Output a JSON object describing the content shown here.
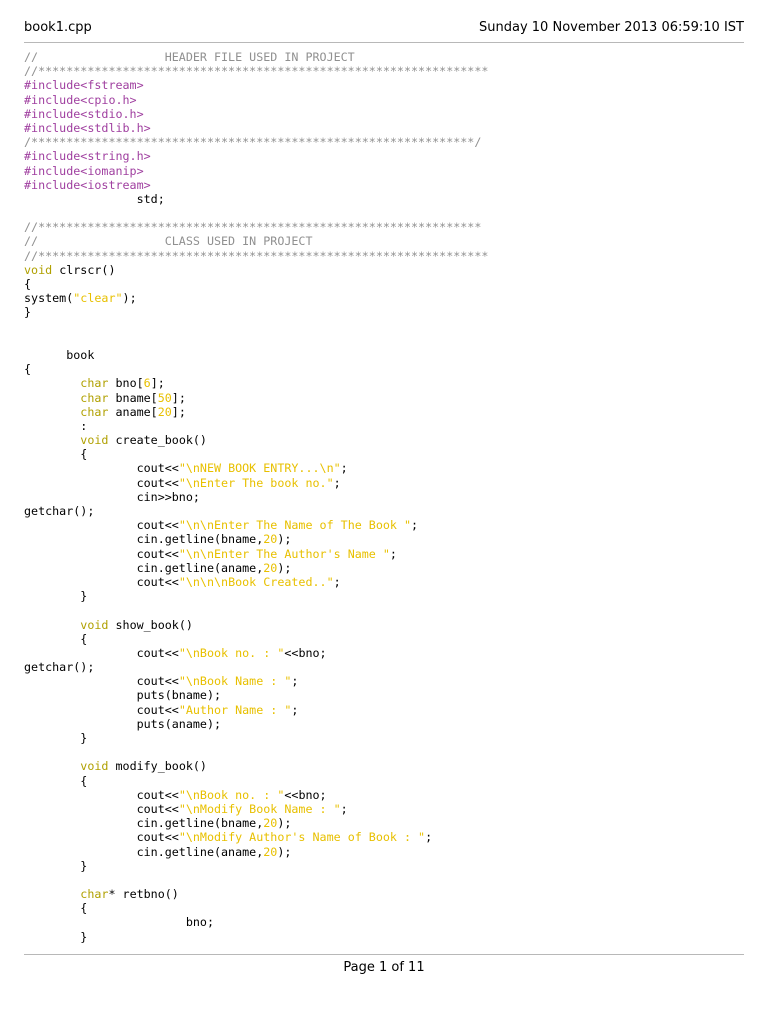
{
  "header": {
    "file_name": "book1.cpp",
    "date": "Sunday 10 November 2013 06:59:10  IST"
  },
  "footer": {
    "page": "Page 1 of 11"
  },
  "syntax_colors": {
    "comment": "#909090",
    "preprocessor": "#a040a0",
    "keyword": "#b0a000",
    "string_number": "#e8c000"
  },
  "code_lines": [
    [
      [
        "c",
        "//                  HEADER FILE USED IN PROJECT"
      ]
    ],
    [
      [
        "c",
        "//****************************************************************"
      ]
    ],
    [
      [
        "p",
        "#include<fstream>"
      ]
    ],
    [
      [
        "p",
        "#include<cpio.h>"
      ]
    ],
    [
      [
        "p",
        "#include<stdio.h>"
      ]
    ],
    [
      [
        "p",
        "#include<stdlib.h>"
      ]
    ],
    [
      [
        "c",
        "/***************************************************************/"
      ]
    ],
    [
      [
        "p",
        "#include<string.h>"
      ]
    ],
    [
      [
        "p",
        "#include<iomanip>"
      ]
    ],
    [
      [
        "p",
        "#include<iostream>"
      ]
    ],
    [
      [
        "t",
        "                std;"
      ]
    ],
    [
      [
        "t",
        ""
      ]
    ],
    [
      [
        "c",
        "//***************************************************************"
      ]
    ],
    [
      [
        "c",
        "//                  CLASS USED IN PROJECT"
      ]
    ],
    [
      [
        "c",
        "//****************************************************************"
      ]
    ],
    [
      [
        "k",
        "void"
      ],
      [
        "t",
        " clrscr()"
      ]
    ],
    [
      [
        "t",
        "{"
      ]
    ],
    [
      [
        "t",
        "system("
      ],
      [
        "s",
        "\"clear\""
      ],
      [
        "t",
        ");"
      ]
    ],
    [
      [
        "t",
        "}"
      ]
    ],
    [
      [
        "t",
        ""
      ]
    ],
    [
      [
        "t",
        ""
      ]
    ],
    [
      [
        "t",
        "      book"
      ]
    ],
    [
      [
        "t",
        "{"
      ]
    ],
    [
      [
        "t",
        "        "
      ],
      [
        "k",
        "char"
      ],
      [
        "t",
        " bno["
      ],
      [
        "n",
        "6"
      ],
      [
        "t",
        "];"
      ]
    ],
    [
      [
        "t",
        "        "
      ],
      [
        "k",
        "char"
      ],
      [
        "t",
        " bname["
      ],
      [
        "n",
        "50"
      ],
      [
        "t",
        "];"
      ]
    ],
    [
      [
        "t",
        "        "
      ],
      [
        "k",
        "char"
      ],
      [
        "t",
        " aname["
      ],
      [
        "n",
        "20"
      ],
      [
        "t",
        "];"
      ]
    ],
    [
      [
        "t",
        "        :"
      ]
    ],
    [
      [
        "t",
        "        "
      ],
      [
        "k",
        "void"
      ],
      [
        "t",
        " create_book()"
      ]
    ],
    [
      [
        "t",
        "        {"
      ]
    ],
    [
      [
        "t",
        "                cout<<"
      ],
      [
        "s",
        "\"\\nNEW BOOK ENTRY...\\n\""
      ],
      [
        "t",
        ";"
      ]
    ],
    [
      [
        "t",
        "                cout<<"
      ],
      [
        "s",
        "\"\\nEnter The book no.\""
      ],
      [
        "t",
        ";"
      ]
    ],
    [
      [
        "t",
        "                cin>>bno;"
      ]
    ],
    [
      [
        "t",
        "getchar();"
      ]
    ],
    [
      [
        "t",
        "                cout<<"
      ],
      [
        "s",
        "\"\\n\\nEnter The Name of The Book \""
      ],
      [
        "t",
        ";"
      ]
    ],
    [
      [
        "t",
        "                cin.getline(bname,"
      ],
      [
        "n",
        "20"
      ],
      [
        "t",
        ");"
      ]
    ],
    [
      [
        "t",
        "                cout<<"
      ],
      [
        "s",
        "\"\\n\\nEnter The Author's Name \""
      ],
      [
        "t",
        ";"
      ]
    ],
    [
      [
        "t",
        "                cin.getline(aname,"
      ],
      [
        "n",
        "20"
      ],
      [
        "t",
        ");"
      ]
    ],
    [
      [
        "t",
        "                cout<<"
      ],
      [
        "s",
        "\"\\n\\n\\nBook Created..\""
      ],
      [
        "t",
        ";"
      ]
    ],
    [
      [
        "t",
        "        }"
      ]
    ],
    [
      [
        "t",
        ""
      ]
    ],
    [
      [
        "t",
        "        "
      ],
      [
        "k",
        "void"
      ],
      [
        "t",
        " show_book()"
      ]
    ],
    [
      [
        "t",
        "        {"
      ]
    ],
    [
      [
        "t",
        "                cout<<"
      ],
      [
        "s",
        "\"\\nBook no. : \""
      ],
      [
        "t",
        "<<bno;"
      ]
    ],
    [
      [
        "t",
        "getchar();"
      ]
    ],
    [
      [
        "t",
        "                cout<<"
      ],
      [
        "s",
        "\"\\nBook Name : \""
      ],
      [
        "t",
        ";"
      ]
    ],
    [
      [
        "t",
        "                puts(bname);"
      ]
    ],
    [
      [
        "t",
        "                cout<<"
      ],
      [
        "s",
        "\"Author Name : \""
      ],
      [
        "t",
        ";"
      ]
    ],
    [
      [
        "t",
        "                puts(aname);"
      ]
    ],
    [
      [
        "t",
        "        }"
      ]
    ],
    [
      [
        "t",
        ""
      ]
    ],
    [
      [
        "t",
        "        "
      ],
      [
        "k",
        "void"
      ],
      [
        "t",
        " modify_book()"
      ]
    ],
    [
      [
        "t",
        "        {"
      ]
    ],
    [
      [
        "t",
        "                cout<<"
      ],
      [
        "s",
        "\"\\nBook no. : \""
      ],
      [
        "t",
        "<<bno;"
      ]
    ],
    [
      [
        "t",
        "                cout<<"
      ],
      [
        "s",
        "\"\\nModify Book Name : \""
      ],
      [
        "t",
        ";"
      ]
    ],
    [
      [
        "t",
        "                cin.getline(bname,"
      ],
      [
        "n",
        "20"
      ],
      [
        "t",
        ");"
      ]
    ],
    [
      [
        "t",
        "                cout<<"
      ],
      [
        "s",
        "\"\\nModify Author's Name of Book : \""
      ],
      [
        "t",
        ";"
      ]
    ],
    [
      [
        "t",
        "                cin.getline(aname,"
      ],
      [
        "n",
        "20"
      ],
      [
        "t",
        ");"
      ]
    ],
    [
      [
        "t",
        "        }"
      ]
    ],
    [
      [
        "t",
        ""
      ]
    ],
    [
      [
        "t",
        "        "
      ],
      [
        "k",
        "char"
      ],
      [
        "t",
        "* retbno()"
      ]
    ],
    [
      [
        "t",
        "        {"
      ]
    ],
    [
      [
        "t",
        "                       bno;"
      ]
    ],
    [
      [
        "t",
        "        }"
      ]
    ]
  ]
}
